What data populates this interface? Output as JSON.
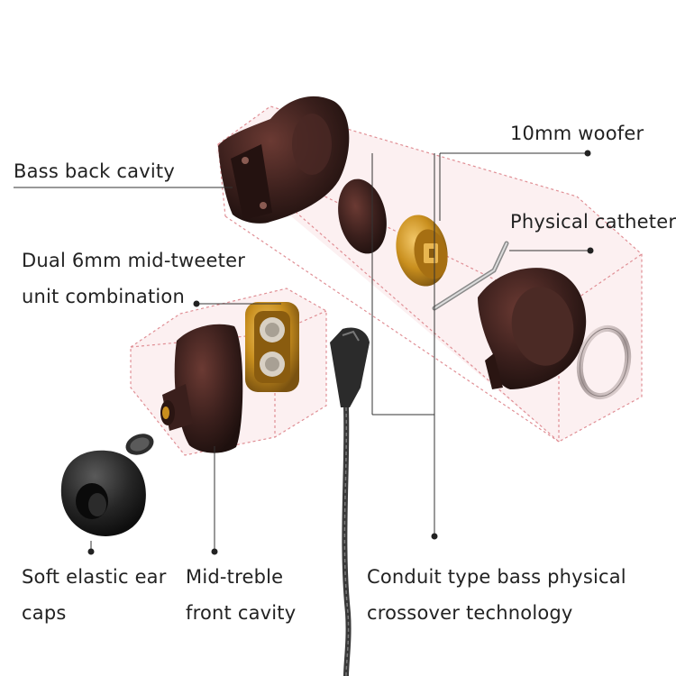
{
  "labels": {
    "bass_back_cavity": "Bass back cavity",
    "woofer": "10mm woofer",
    "catheter": "Physical catheter",
    "dual_unit_line1": "Dual 6mm mid-tweeter",
    "dual_unit_line2": "unit combination",
    "ear_caps_line1": "Soft elastic ear",
    "ear_caps_line2": "caps",
    "front_cavity_line1": "Mid-treble",
    "front_cavity_line2": "front cavity",
    "conduit_line1": "Conduit type bass physical",
    "conduit_line2": "crossover technology"
  },
  "colors": {
    "background": "#ffffff",
    "guide_box": "#e08f95",
    "guide_fill": "#f9e3e5",
    "shell": "#3a1f1c",
    "gold": "#c98f1e",
    "cable": "#2b2b2b",
    "leader_line": "#333333"
  }
}
